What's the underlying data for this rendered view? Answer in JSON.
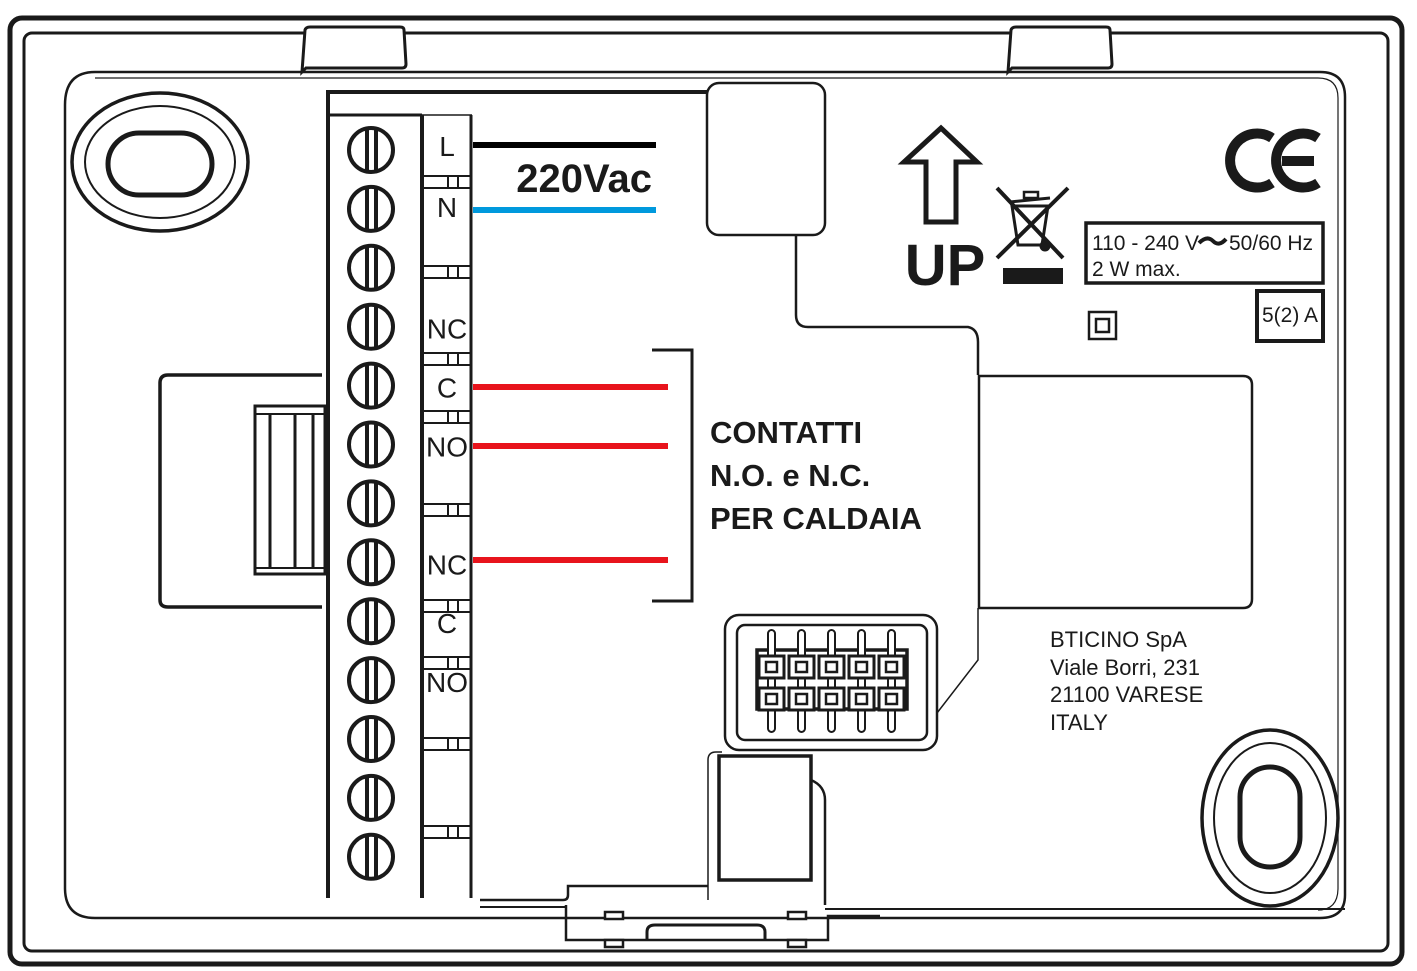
{
  "diagram": {
    "title": "Thermostat rear wiring diagram",
    "supply": {
      "label": "220Vac",
      "wire_colors": {
        "L": "#000000",
        "N": "#0099dd"
      }
    },
    "relay_wire_color": "#e8141c",
    "contacts_note": {
      "lines": [
        "CONTATTI",
        "N.O. e N.C.",
        "PER CALDAIA"
      ]
    },
    "terminals": [
      {
        "label": "L"
      },
      {
        "label": "N"
      },
      {
        "label": ""
      },
      {
        "label": "NC"
      },
      {
        "label": "C"
      },
      {
        "label": "NO"
      },
      {
        "label": ""
      },
      {
        "label": "NC"
      },
      {
        "label": "C"
      },
      {
        "label": "NO"
      },
      {
        "label": ""
      },
      {
        "label": ""
      },
      {
        "label": ""
      }
    ],
    "orientation": {
      "label": "UP"
    },
    "ratings": {
      "line1": "110 - 240 V",
      "line1_freq": "50/60 Hz",
      "line2": "2 W max.",
      "current": "5(2) A"
    },
    "manufacturer": {
      "lines": [
        "BTICINO SpA",
        "Viale Borri, 231",
        "21100 VARESE",
        "ITALY"
      ]
    },
    "marks": {
      "ce": "CE",
      "weee": "weee-bin-icon",
      "double_insulation": "double-insulation-icon"
    }
  }
}
